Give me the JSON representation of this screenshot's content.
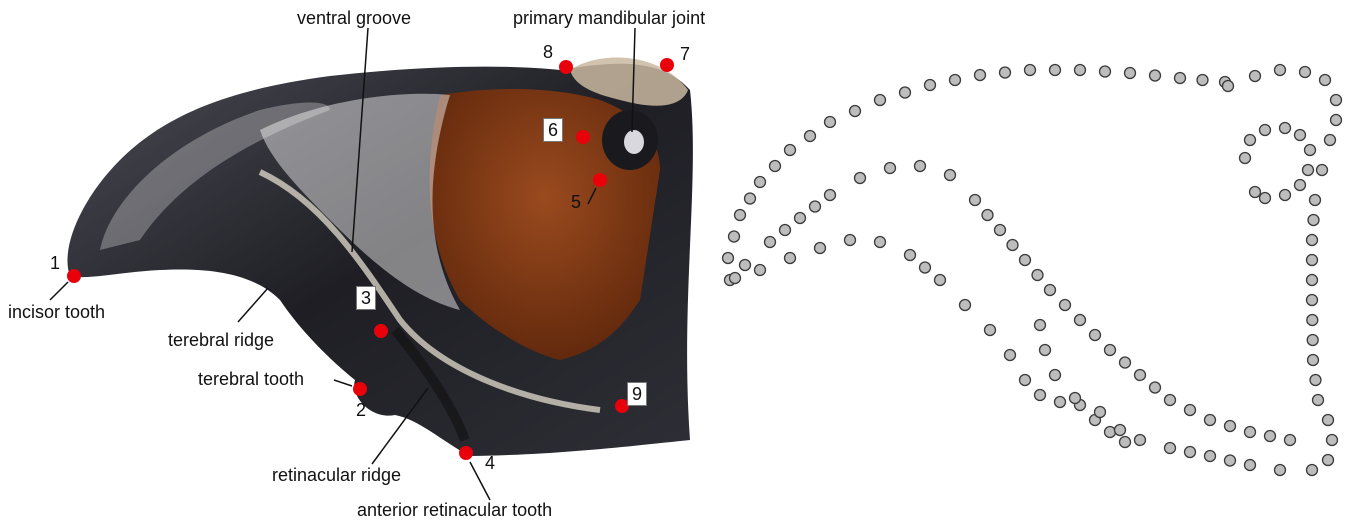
{
  "labels": {
    "ventral_groove": "ventral groove",
    "primary_mandibular_joint": "primary mandibular joint",
    "incisor_tooth": "incisor tooth",
    "terebral_ridge": "terebral ridge",
    "terebral_tooth": "terebral tooth",
    "retinacular_ridge": "retinacular ridge",
    "anterior_retinacular_tooth": "anterior retinacular tooth"
  },
  "landmarks": {
    "n1": "1",
    "n2": "2",
    "n3": "3",
    "n4": "4",
    "n5": "5",
    "n6": "6",
    "n7": "7",
    "n8": "8",
    "n9": "9"
  },
  "colors": {
    "landmark": "#e8000b",
    "semilandmark_fill": "#bdbdbd",
    "semilandmark_stroke": "#3a3a3a",
    "mandible_dark": "#2a2a30",
    "mandible_brown": "#7a3512"
  }
}
